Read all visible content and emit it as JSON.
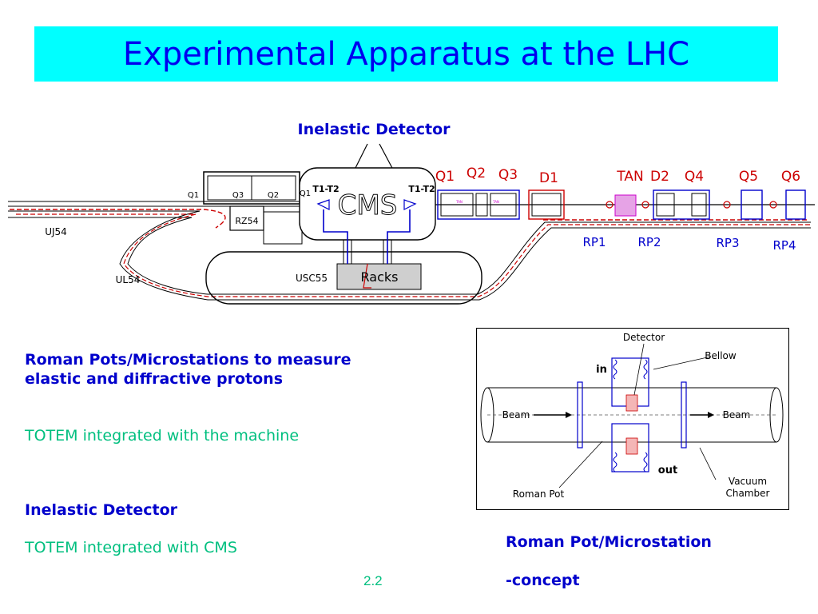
{
  "slide": {
    "title": "Experimental Apparatus at the LHC",
    "slide_number": "2.2"
  },
  "top_diagram": {
    "heading": "Inelastic Detector",
    "labels": {
      "t1t2_left": "T1-T2",
      "t1t2_right": "T1-T2",
      "cms": "CMS",
      "racks": "Racks",
      "usc55": "USC55",
      "ul54": "UL54",
      "uj54": "UJ54",
      "rz54": "RZ54",
      "q1_small": "Q1",
      "q2_small": "Q2",
      "q3_small": "Q3",
      "q1_small2": "Q1",
      "q1": "Q1",
      "q2": "Q2",
      "q3": "Q3",
      "d1": "D1",
      "tan": "TAN",
      "d2": "D2",
      "q4": "Q4",
      "q5": "Q5",
      "q6": "Q6",
      "tan_small1": "TAN",
      "tan_small2": "TAN",
      "rp1": "RP1",
      "rp2": "RP2",
      "rp3": "RP3",
      "rp4": "RP4"
    }
  },
  "left_text": {
    "roman_pots": "Roman Pots/Microstations to measure elastic and diffractive protons",
    "totem_machine": "TOTEM integrated with the machine",
    "inelastic": "Inelastic Detector",
    "totem_cms": "TOTEM integrated with CMS"
  },
  "concept_diagram": {
    "detector": "Detector",
    "bellow": "Bellow",
    "in": "in",
    "out": "out",
    "beam_left": "Beam",
    "beam_right": "Beam",
    "roman_pot": "Roman Pot",
    "vacuum": "Vacuum",
    "chamber": "Chamber",
    "caption_line1": "Roman Pot/Microstation",
    "caption_line2": "-concept"
  },
  "colors": {
    "title_bg": "#00ffff",
    "title_text": "#0000ee",
    "heading_blue": "#0000cc",
    "green": "#00bf7f",
    "accent_red": "#cc0000"
  }
}
